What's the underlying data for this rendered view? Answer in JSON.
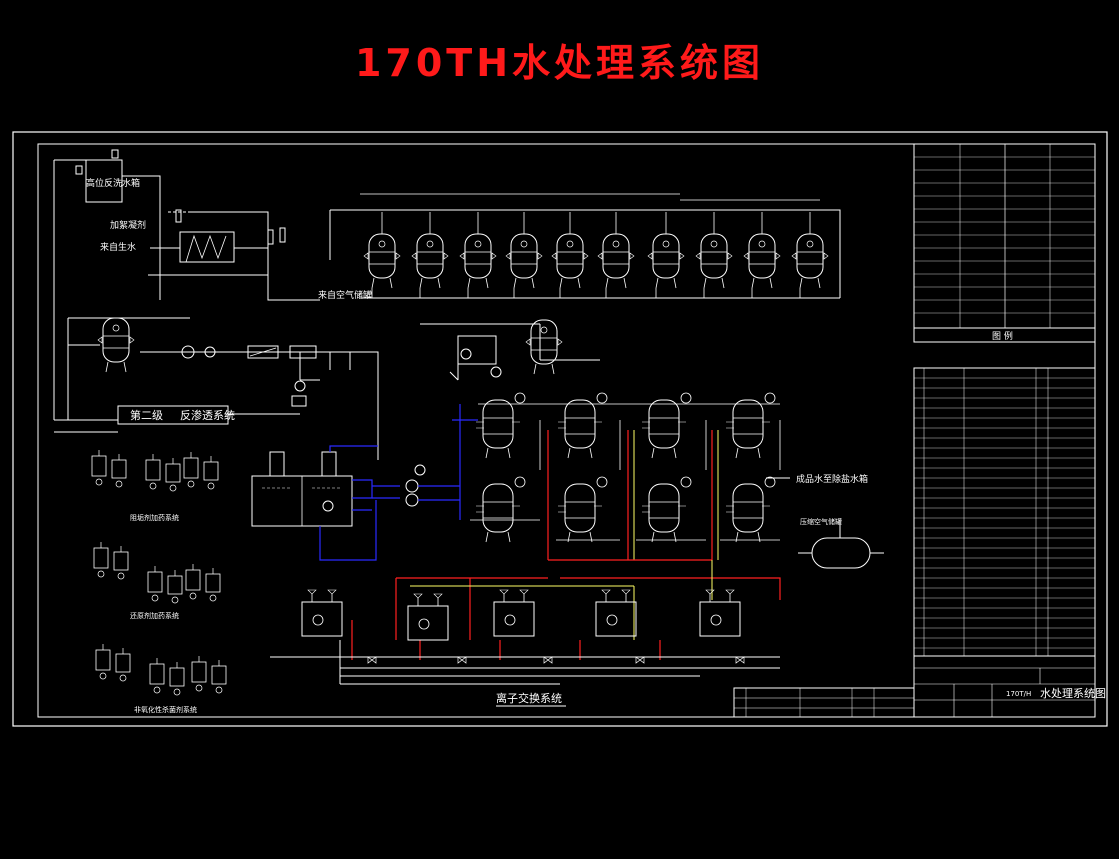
{
  "title": "170TH水处理系统图",
  "colors": {
    "background": "#000000",
    "title": "#ff1a1a",
    "line": "#ffffff",
    "pipe_blue": "#2a2aff",
    "pipe_red": "#ff2020",
    "pipe_yellow": "#ffff66"
  },
  "labels": {
    "high_tank": "高位反洗水箱",
    "dosing": "加絮凝剂",
    "raw_water": "来自生水",
    "air": "来自空气储罐",
    "second_ro": "第二级",
    "ro_system": "反渗透系统",
    "product_water": "成品水至除盐水箱",
    "ion_exchange": "离子交换系统",
    "compressed_air": "压缩空气储罐",
    "sub1": "阻垢剂加药系统",
    "sub2": "还原剂加药系统",
    "sub3": "非氧化性杀菌剂系统",
    "legend_title": "图 例",
    "drawing_name": "水处理系统图",
    "drawing_code": "170T/H"
  }
}
